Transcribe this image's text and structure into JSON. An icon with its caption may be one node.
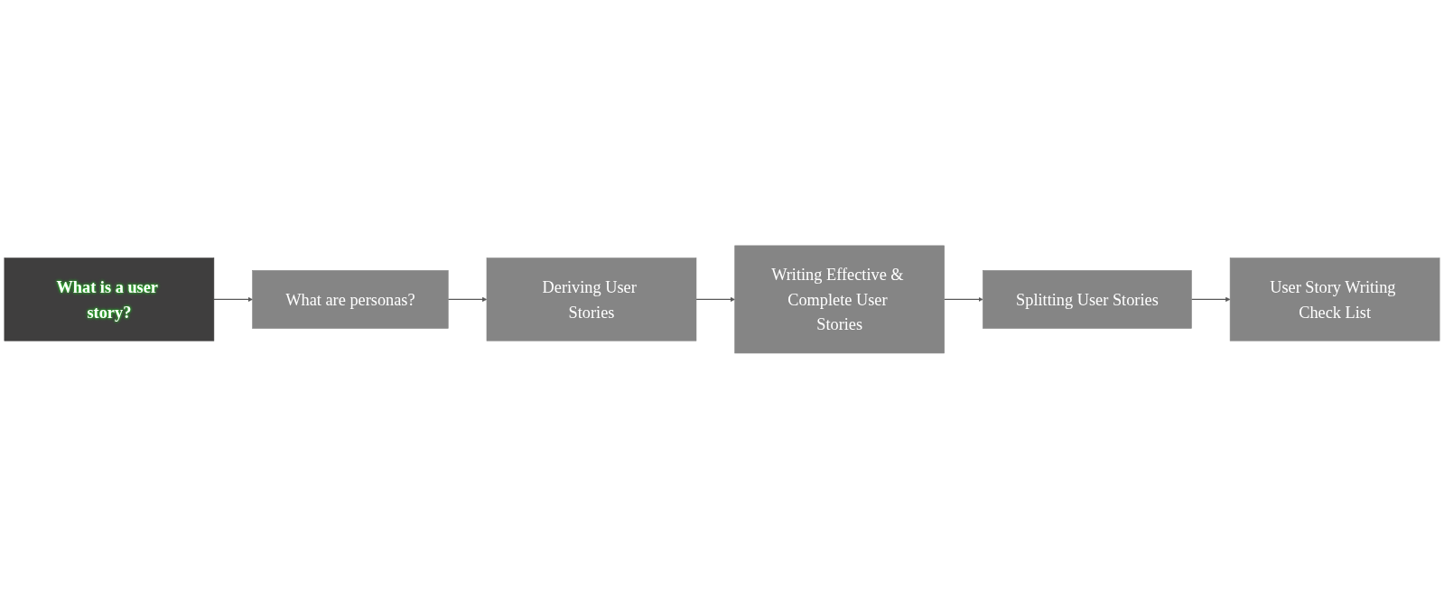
{
  "diagram": {
    "nodes": [
      {
        "text": [
          "What is a user story?"
        ]
      },
      {
        "text": [
          "What are personas?"
        ]
      },
      {
        "text": [
          "Deriving User Stories"
        ]
      },
      {
        "text": [
          "Writing Effective & Complete User Stories"
        ]
      },
      {
        "text": [
          "Splitting User Stories"
        ]
      },
      {
        "text": [
          "User Story Writing Check List"
        ]
      }
    ],
    "edges": [
      {
        "from": 0,
        "to": 1,
        "arrow": "to"
      },
      {
        "from": 1,
        "to": 2,
        "arrow": "to"
      },
      {
        "from": 2,
        "to": 3,
        "arrow": "to"
      },
      {
        "from": 3,
        "to": 4,
        "arrow": "to"
      },
      {
        "from": 4,
        "to": 5,
        "arrow": "to"
      }
    ]
  }
}
